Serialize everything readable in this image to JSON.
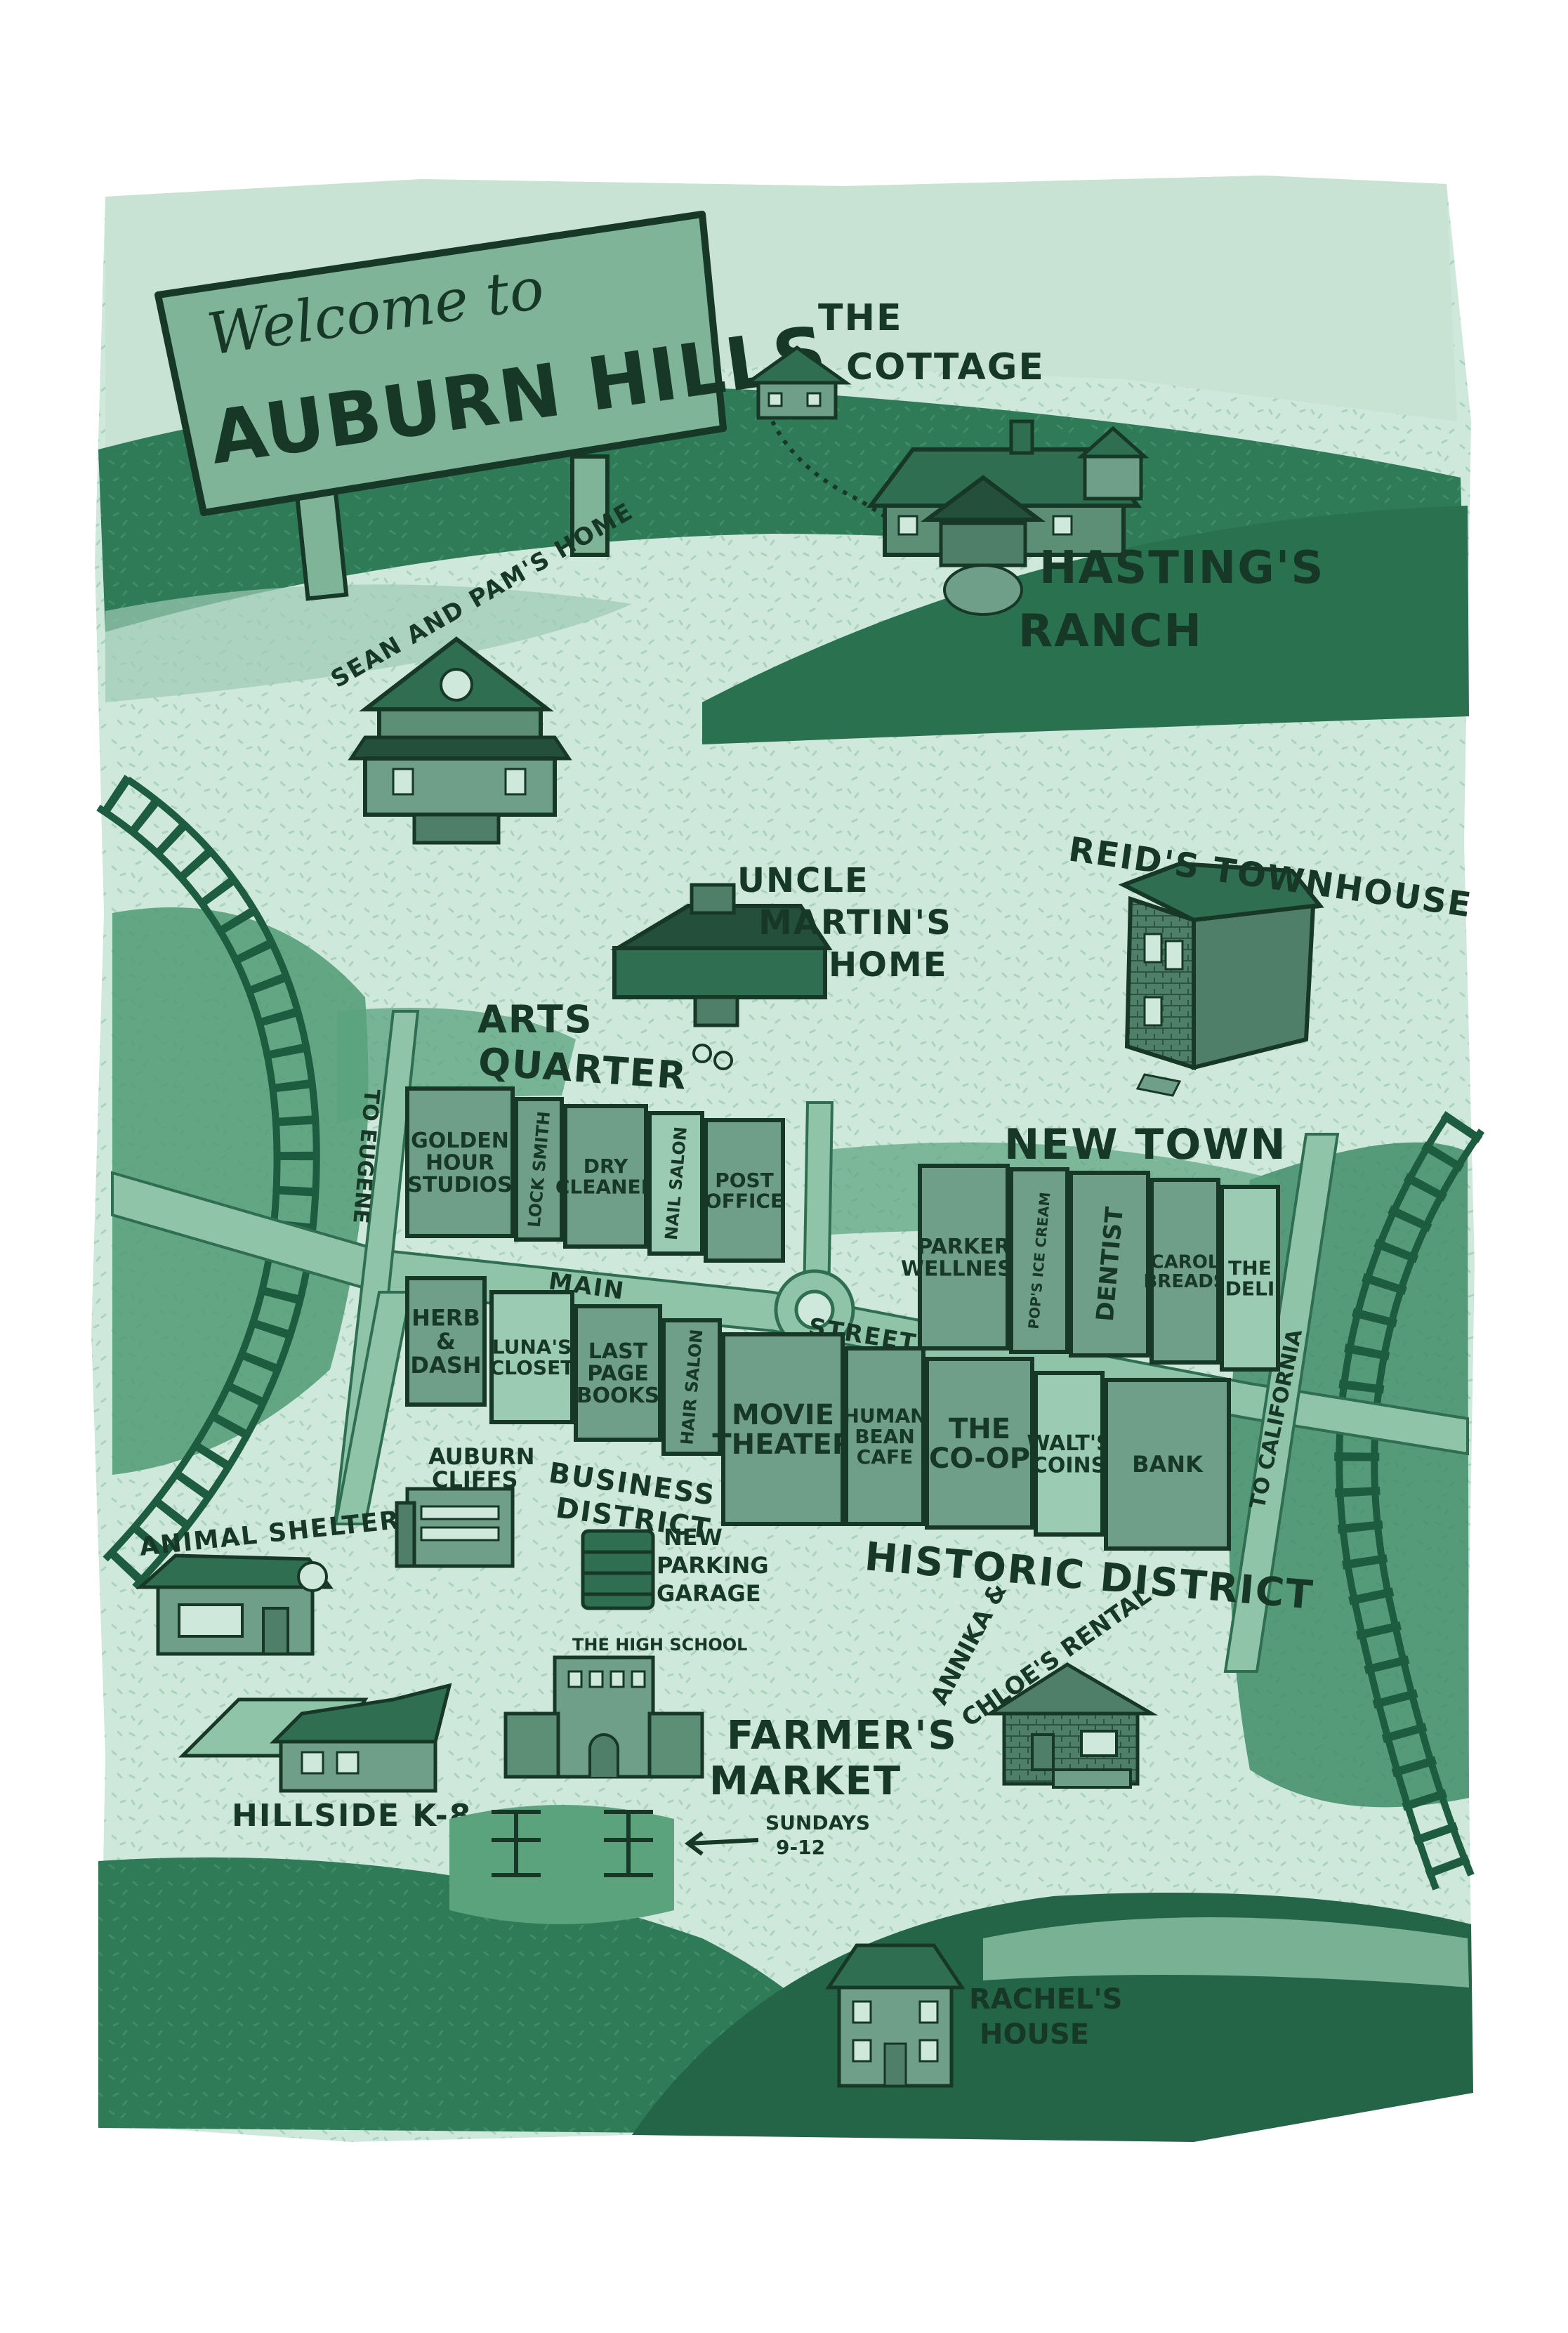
{
  "colors": {
    "paper": "#ffffff",
    "pale_green": "#cfe8dc",
    "mid_green": "#8fc4a8",
    "hill_green": "#2f7a57",
    "dark_green": "#1e5c40",
    "ink": "#173826",
    "block": "#6f9f88",
    "block_light": "#9ccbb3"
  },
  "sign": {
    "line1": "Welcome to",
    "line2": "AUBURN HILLS"
  },
  "landmarks": {
    "the_cottage": [
      "THE",
      "COTTAGE"
    ],
    "hastings_ranch": [
      "HASTING'S",
      "RANCH"
    ],
    "sean_pam_home": "SEAN AND PAM'S HOME",
    "uncle_martins_home": [
      "UNCLE",
      "MARTIN'S",
      "HOME"
    ],
    "reids_townhouse": "REID'S TOWNHOUSE",
    "arts_quarter": [
      "ARTS",
      "QUARTER"
    ],
    "new_town": "NEW TOWN",
    "business_district": [
      "BUSINESS",
      "DISTRICT"
    ],
    "historic_district": "HISTORIC DISTRICT",
    "auburn_cliffs": [
      "AUBURN",
      "CLIFFS"
    ],
    "new_parking_garage": [
      "NEW",
      "PARKING",
      "GARAGE"
    ],
    "animal_shelter": "ANIMAL SHELTER",
    "hillside_k8": "HILLSIDE K-8",
    "the_high_school": "THE HIGH SCHOOL",
    "farmers_market": [
      "FARMER'S",
      "MARKET"
    ],
    "farmers_market_hours": [
      "SUNDAYS",
      "9-12"
    ],
    "annika_chloe_rental": [
      "ANNIKA &",
      "CHLOE'S RENTAL"
    ],
    "rachels_house": [
      "RACHEL'S",
      "HOUSE"
    ]
  },
  "streets": {
    "main_street_1": "MAIN",
    "main_street_2": "STREET",
    "to_eugene": "TO EUGENE",
    "to_california": "TO CALIFORNIA"
  },
  "shops_arts": [
    [
      "GOLDEN",
      "HOUR",
      "STUDIOS"
    ],
    [
      "LOCK SMITH"
    ],
    [
      "DRY",
      "CLEANER"
    ],
    [
      "NAIL SALON"
    ],
    [
      "POST",
      "OFFICE"
    ]
  ],
  "shops_newtown": [
    [
      "PARKER",
      "WELLNESS"
    ],
    [
      "POP'S ICE CREAM"
    ],
    [
      "DENTIST"
    ],
    [
      "CAROL",
      "BREADS"
    ],
    [
      "THE",
      "DELI"
    ]
  ],
  "shops_business": [
    [
      "HERB",
      "&",
      "DASH"
    ],
    [
      "LUNA'S",
      "CLOSET"
    ],
    [
      "LAST",
      "PAGE",
      "BOOKS"
    ],
    [
      "HAIR SALON"
    ]
  ],
  "shops_historic": [
    [
      "MOVIE",
      "THEATER"
    ],
    [
      "HUMAN",
      "BEAN",
      "CAFE"
    ],
    [
      "THE",
      "CO-OP"
    ],
    [
      "WALT'S",
      "COINS"
    ],
    [
      "BANK"
    ]
  ]
}
